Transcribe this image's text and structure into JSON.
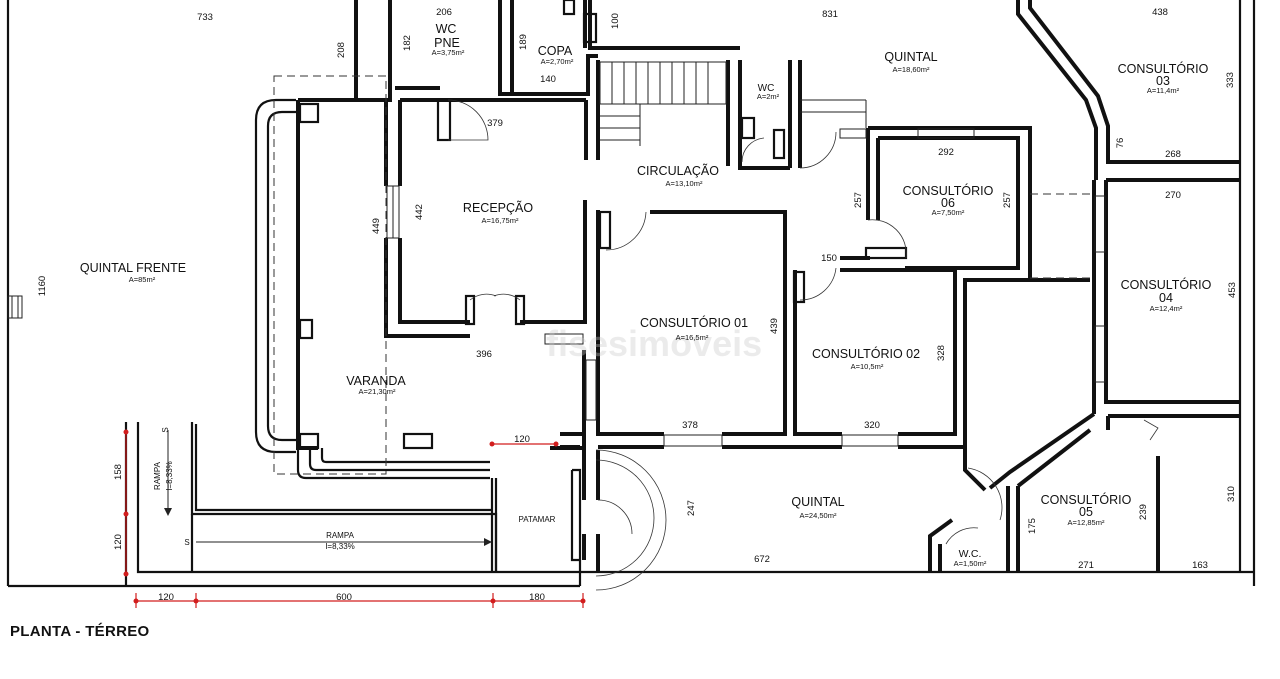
{
  "title": "PLANTA - TÉRREO",
  "watermark": "fisesimoveis",
  "rooms": [
    {
      "id": "quintal-frente",
      "name": "QUINTAL  FRENTE",
      "area": "A=85m²"
    },
    {
      "id": "wc-pne",
      "name": "WC",
      "name2": "PNE",
      "area": "A=3,75m²"
    },
    {
      "id": "copa",
      "name": "COPA",
      "area": "A=2,70m²"
    },
    {
      "id": "quintal-fundos",
      "name": "QUINTAL",
      "area": "A=18,60m²"
    },
    {
      "id": "wc",
      "name": "WC",
      "area": "A=2m²"
    },
    {
      "id": "consultorio-03",
      "name": "CONSULTÓRIO",
      "name2": "03",
      "area": "A=11,4m²"
    },
    {
      "id": "circulacao",
      "name": "CIRCULAÇÃO",
      "area": "A=13,10m²"
    },
    {
      "id": "recepcao",
      "name": "RECEPÇÃO",
      "area": "A=16,75m²"
    },
    {
      "id": "consultorio-06",
      "name": "CONSULTÓRIO",
      "name2": "06",
      "area": "A=7,50m²"
    },
    {
      "id": "consultorio-04",
      "name": "CONSULTÓRIO",
      "name2": "04",
      "area": "A=12,4m²"
    },
    {
      "id": "consultorio-01",
      "name": "CONSULTÓRIO  01",
      "area": "A=16,5m²"
    },
    {
      "id": "consultorio-02",
      "name": "CONSULTÓRIO  02",
      "area": "A=10,5m²"
    },
    {
      "id": "varanda",
      "name": "VARANDA",
      "area": "A=21,30m²"
    },
    {
      "id": "quintal-lateral",
      "name": "QUINTAL",
      "area": "A=24,50m²"
    },
    {
      "id": "consultorio-05",
      "name": "CONSULTÓRIO",
      "name2": "05",
      "area": "A=12,85m²"
    },
    {
      "id": "wc-c",
      "name": "W.C.",
      "area": "A=1,50m²"
    },
    {
      "id": "patamar",
      "name": "PATAMAR"
    },
    {
      "id": "rampa-h",
      "name": "RAMPA",
      "area": "I=8,33%"
    },
    {
      "id": "rampa-v",
      "name": "RAMPA",
      "area": "I=8,33%"
    }
  ],
  "dimensions": [
    "733",
    "206",
    "100",
    "831",
    "438",
    "208",
    "182",
    "189",
    "140",
    "1160",
    "379",
    "449",
    "442",
    "333",
    "76",
    "268",
    "292",
    "270",
    "257",
    "257",
    "150",
    "453",
    "439",
    "396",
    "328",
    "120",
    "378",
    "320",
    "247",
    "672",
    "239",
    "310",
    "175",
    "271",
    "163",
    "158",
    "120"
  ],
  "rulers": {
    "horizontal": [
      "120",
      "600",
      "180"
    ],
    "vertical": [
      "158",
      "120"
    ]
  },
  "slope_marks": [
    "S",
    "S"
  ]
}
